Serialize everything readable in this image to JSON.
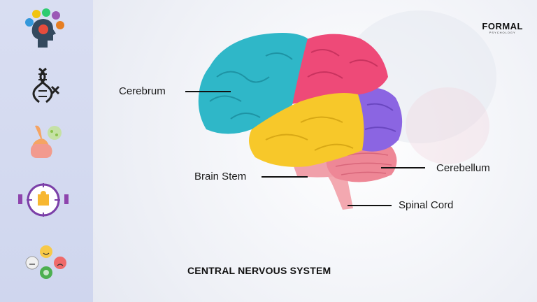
{
  "logo": {
    "main": "FORMAL",
    "sub": "PSYCHOLOGY"
  },
  "labels": {
    "cerebrum": "Cerebrum",
    "brain_stem": "Brain Stem",
    "cerebellum": "Cerebellum",
    "spinal_cord": "Spinal Cord"
  },
  "caption": "CENTRAL NERVOUS SYSTEM",
  "sidebar_icons": [
    "head-psychology-icon",
    "dna-icon",
    "digestive-system-icon",
    "puzzle-icon",
    "emotions-icon"
  ],
  "colors": {
    "cerebrum_front": "#2fb8c9",
    "parietal": "#ee4b78",
    "occipital": "#8a63e0",
    "temporal": "#f7c928",
    "cerebellum": "#ef8a96",
    "stem": "#f2a6ae",
    "sidebar": "#d6dcf0"
  }
}
